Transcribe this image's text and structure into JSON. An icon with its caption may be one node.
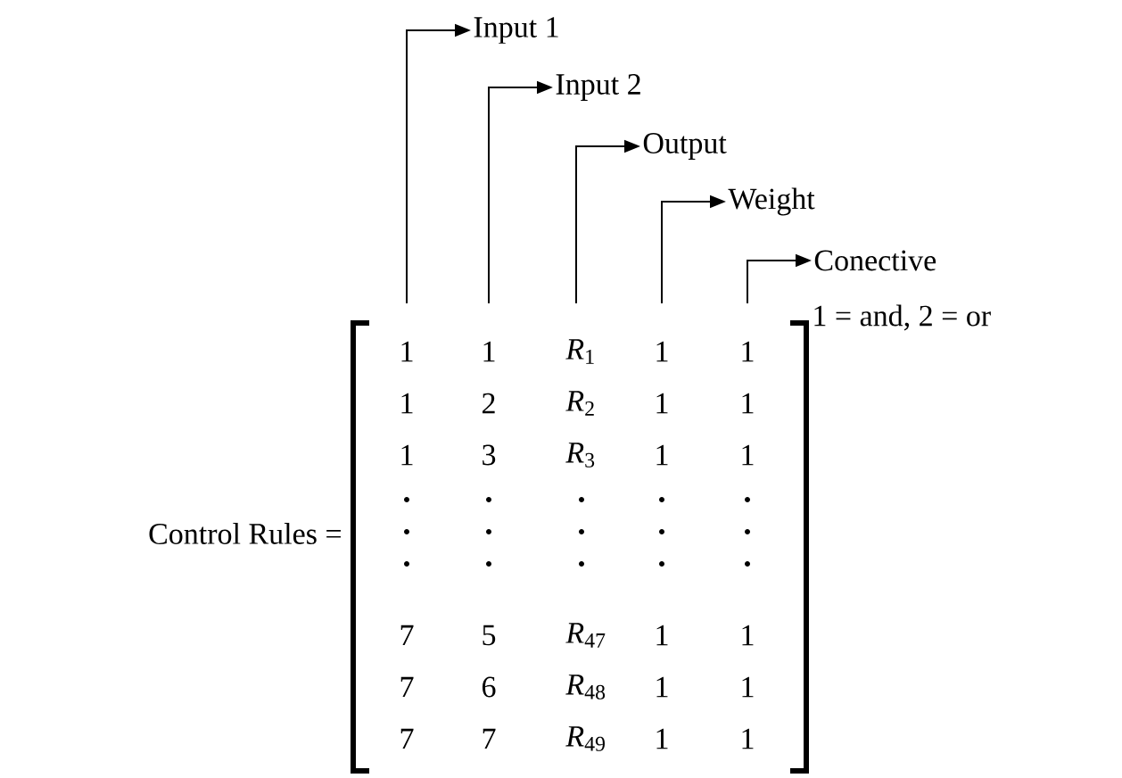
{
  "diagram": {
    "nodes": [
      {
        "text": [
          "Input 1"
        ]
      },
      {
        "text": [
          "Input 2"
        ]
      },
      {
        "text": [
          "Output"
        ]
      },
      {
        "text": [
          "Weight"
        ]
      },
      {
        "text": [
          "Conective"
        ],
        "beside": [
          "1 = and,  2 = or"
        ]
      }
    ],
    "edges": [
      {
        "from": null,
        "to": 0,
        "arrow": "to"
      },
      {
        "from": null,
        "to": 1,
        "arrow": "to"
      },
      {
        "from": null,
        "to": 2,
        "arrow": "to"
      },
      {
        "from": null,
        "to": 3,
        "arrow": "to"
      },
      {
        "from": null,
        "to": 4,
        "arrow": "to"
      }
    ],
    "labels": [
      "Control Rules =",
      "1",
      "1",
      "*R*$_{1}$",
      "1",
      "1",
      "1",
      "2",
      "*R*$_{2}$",
      "1",
      "1",
      "1",
      "3",
      "*R*$_{3}$",
      "1",
      "1",
      "7",
      "5",
      "*R*$_{47}$",
      "1",
      "1",
      "7",
      "6",
      "*R*$_{48}$",
      "1",
      "1",
      "7",
      "7",
      "*R*$_{49}$",
      "1",
      "1"
    ]
  }
}
